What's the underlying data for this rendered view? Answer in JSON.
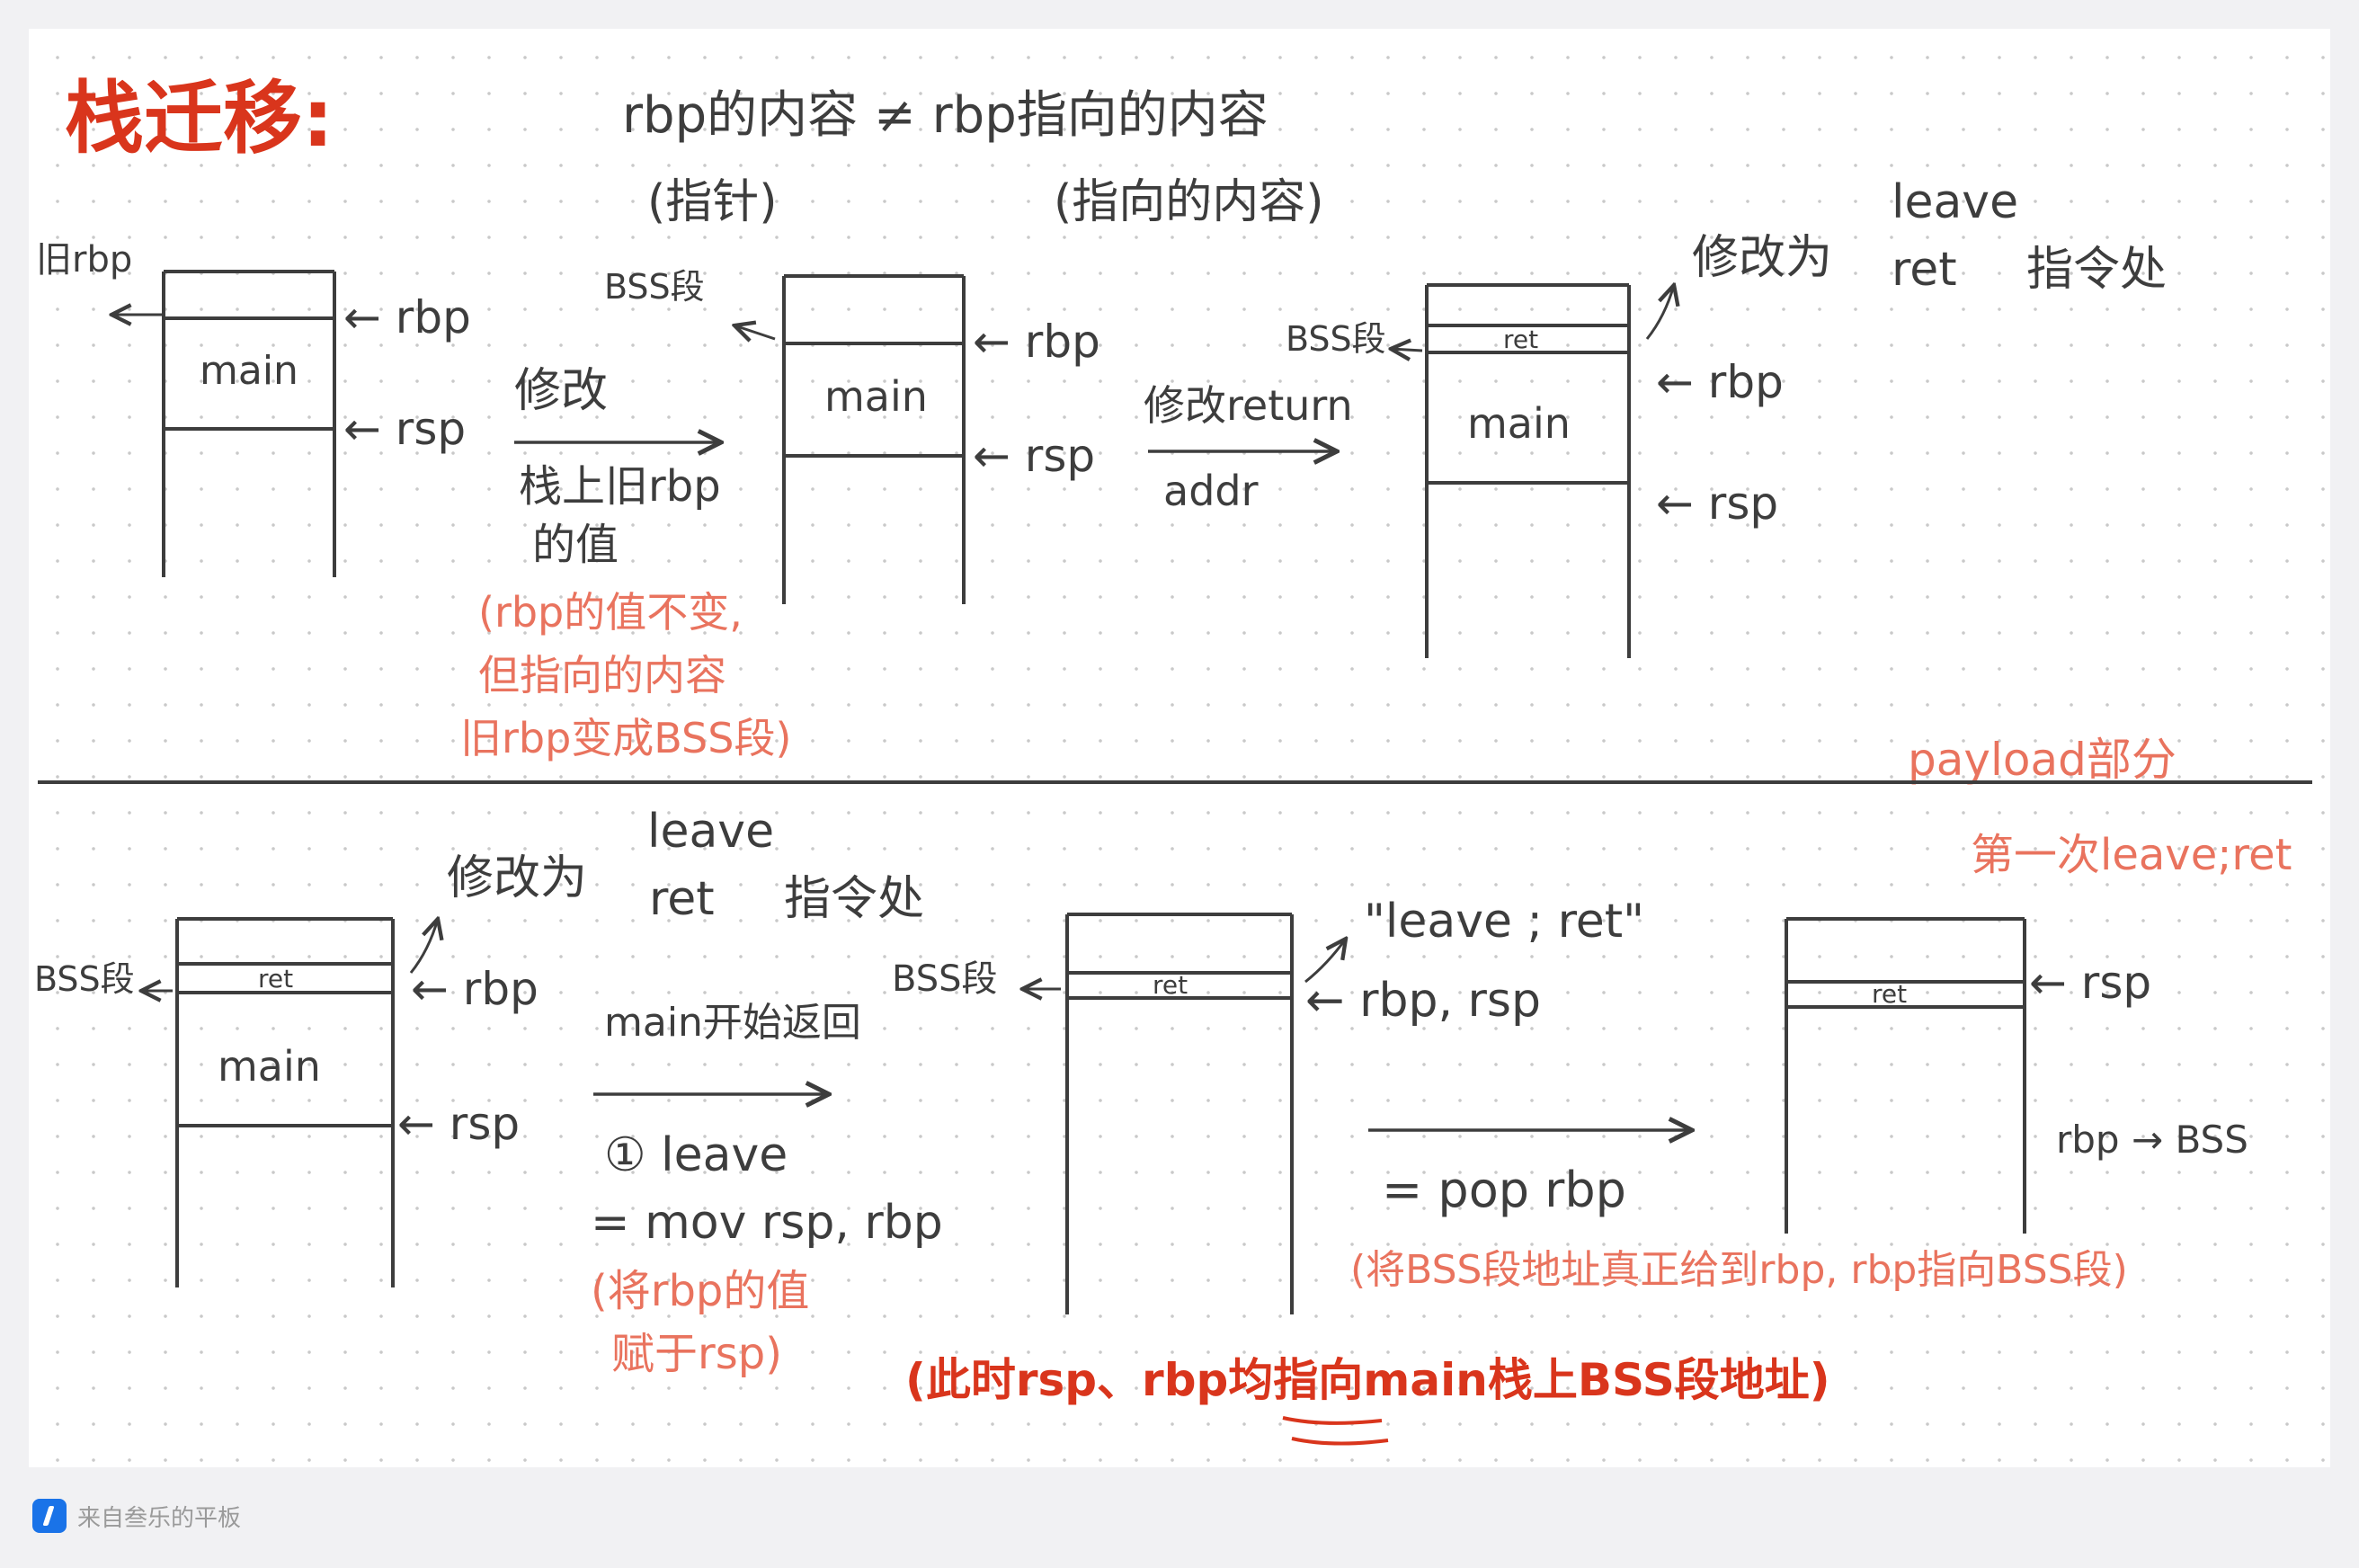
{
  "colors": {
    "ink": "#3d3d3d",
    "red": "#d9351c",
    "pink": "#e9735e",
    "sheet": "#ffffff",
    "page": "#f1f1f3"
  },
  "title": "栈迁移:",
  "header": {
    "line1": "rbp的内容 ≠ rbp指向的内容",
    "sub_left": "(指针)",
    "sub_right": "(指向的内容)"
  },
  "top": {
    "s1": {
      "old_rbp": "旧rbp",
      "frame": "main",
      "rbp": "← rbp",
      "rsp": "← rsp"
    },
    "step1": {
      "line1": "修改",
      "line2": "栈上旧rbp",
      "line3": "的值"
    },
    "step1_note": [
      "(rbp的值不变,",
      "但指向的内容",
      "旧rbp变成BSS段)"
    ],
    "s2": {
      "bss": "BSS段",
      "frame": "main",
      "rbp": "← rbp",
      "rsp": "← rsp"
    },
    "step2": {
      "line1": "修改return",
      "line2": "addr"
    },
    "s3": {
      "bss": "BSS段",
      "ret": "ret",
      "frame": "main",
      "rbp": "← rbp",
      "rsp": "← rsp"
    },
    "s3_note": {
      "prefix": "修改为",
      "word1": "leave",
      "word2": "ret",
      "suffix": "指令处"
    }
  },
  "payload_note": [
    "payload部分",
    "第一次leave;ret"
  ],
  "bottom": {
    "s4": {
      "bss": "BSS段",
      "ret": "ret",
      "frame": "main",
      "rbp": "← rbp",
      "rsp": "← rsp"
    },
    "s4_note": {
      "prefix": "修改为",
      "word1": "leave",
      "word2": "ret",
      "suffix": "指令处"
    },
    "step3": {
      "line1": "main开始返回",
      "line2": "① leave",
      "line3": "= mov rsp, rbp"
    },
    "step3_note": [
      "(将rbp的值",
      "赋于rsp)"
    ],
    "s5": {
      "bss": "BSS段",
      "ret": "ret",
      "ptr": "← rbp, rsp",
      "quote": "\"leave ; ret\""
    },
    "step4": {
      "line1": "= pop rbp"
    },
    "step4_note": "(将BSS段地址真正给到rbp, rbp指向BSS段)",
    "s6": {
      "ret": "ret",
      "rsp": "← rsp",
      "rbp_bss": "rbp → BSS"
    },
    "conclusion": "(此时rsp、rbp均指向main栈上BSS段地址)"
  },
  "footer": {
    "source": "来自叁乐的平板",
    "icon": "notes-app-icon"
  }
}
